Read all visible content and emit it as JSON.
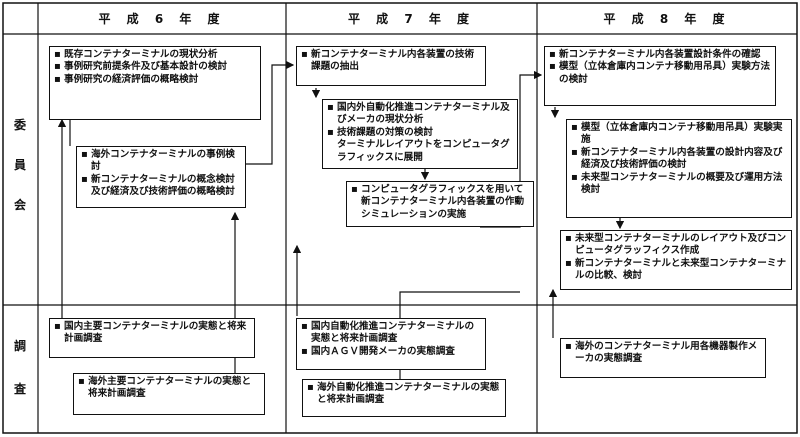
{
  "headers": {
    "y6": "平 成 6 年 度",
    "y7": "平 成 7 年 度",
    "y8": "平 成 8 年 度"
  },
  "side": {
    "committee": [
      "委",
      "員",
      "会"
    ],
    "survey": [
      "調",
      "査"
    ]
  },
  "boxes": {
    "c6a": [
      "既存コンテナターミナルの現状分析",
      "事例研究前提条件及び基本設計の検討",
      "事例研究の経済評価の概略検討"
    ],
    "c6b": [
      "海外コンテナターミナルの事例検討",
      "新コンテナターミナルの概念検討及び経済及び技術評価の概略検討"
    ],
    "c7a": [
      "新コンテナターミナル内各装置の技術課題の抽出"
    ],
    "c7b": [
      "国内外自動化推進コンテナターミナル及びメーカの現状分析",
      "技術課題の対策の検討",
      "ターミナルレイアウトをコンピュータグラフィックスに展開"
    ],
    "c7c": [
      "コンピュータグラフィックスを用いて新コンテナターミナル内各装置の作動シミュレーションの実施"
    ],
    "c8a": [
      "新コンテナターミナル内各装置設計条件の確認",
      "模型（立体倉庫内コンテナ移動用吊具）実験方法の検討"
    ],
    "c8b": [
      "模型（立体倉庫内コンテナ移動用吊具）実験実施",
      "新コンテナターミナル内各装置の設計内容及び経済及び技術評価の検討",
      "未来型コンテナターミナルの概要及び運用方法検討"
    ],
    "c8c": [
      "未来型コンテナターミナルのレイアウト及びコンピュータグラッフィクス作成",
      "新コンテナターミナルと未来型コンテナターミナルの比較、検討"
    ],
    "s6a": [
      "国内主要コンテナターミナルの実態と将来計画調査"
    ],
    "s6b": [
      "海外主要コンテナターミナルの実態と将来計画調査"
    ],
    "s7a": [
      "国内自動化推進コンテナターミナルの実態と将来計画調査",
      "国内ＡＧＶ開発メーカの実態調査"
    ],
    "s7b": [
      "海外自動化推進コンテナターミナルの実態と将来計画調査"
    ],
    "s8a": [
      "海外のコンテナターミナル用各機器製作メーカの実態調査"
    ]
  }
}
